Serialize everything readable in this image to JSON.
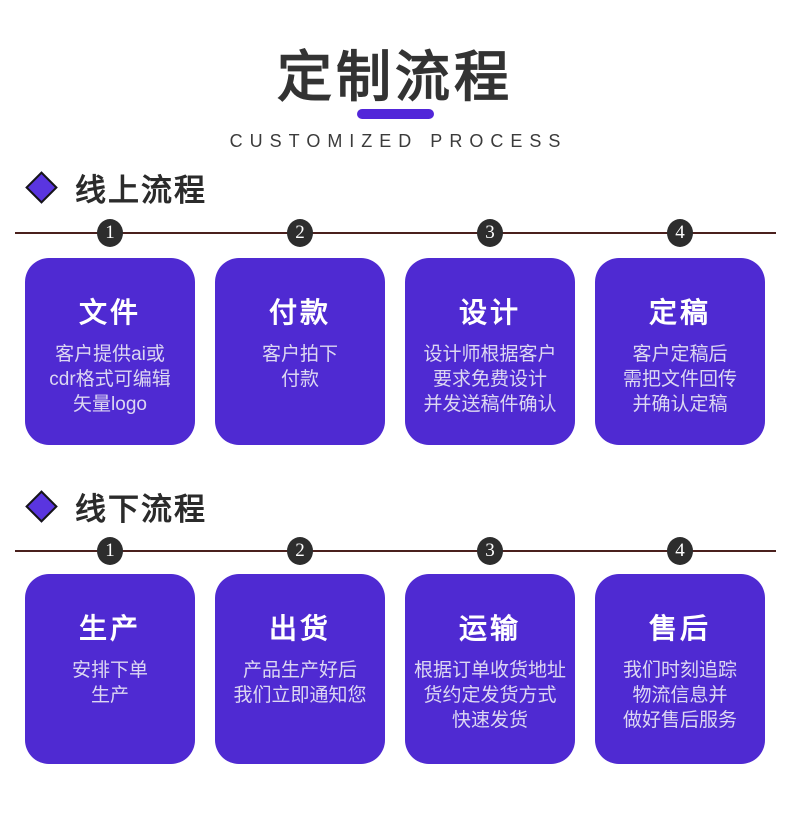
{
  "header": {
    "title": "定制流程",
    "subtitle": "CUSTOMIZED PROCESS"
  },
  "colors": {
    "card_purple": "#4f2ad2",
    "bar_purple": "#5226d9",
    "diamond_purple": "#5a35e0",
    "track_line_maroon": "#4a201d",
    "number_badge_dark": "#2d2d2d",
    "title_dark": "#333333"
  },
  "icons": {
    "section_bullet": "diamond-icon"
  },
  "sections": [
    {
      "heading": "线上流程",
      "steps": [
        {
          "number": "1",
          "title": "文件",
          "lines": [
            "客户提供ai或",
            "cdr格式可编辑",
            "矢量logo"
          ]
        },
        {
          "number": "2",
          "title": "付款",
          "lines": [
            "客户拍下",
            "付款"
          ]
        },
        {
          "number": "3",
          "title": "设计",
          "lines": [
            "设计师根据客户",
            "要求免费设计",
            "并发送稿件确认"
          ]
        },
        {
          "number": "4",
          "title": "定稿",
          "lines": [
            "客户定稿后",
            "需把文件回传",
            "并确认定稿"
          ]
        }
      ]
    },
    {
      "heading": "线下流程",
      "steps": [
        {
          "number": "1",
          "title": "生产",
          "lines": [
            "安排下单",
            "生产"
          ]
        },
        {
          "number": "2",
          "title": "出货",
          "lines": [
            "产品生产好后",
            "我们立即通知您"
          ]
        },
        {
          "number": "3",
          "title": "运输",
          "lines": [
            "根据订单收货地址",
            "货约定发货方式",
            "快速发货"
          ]
        },
        {
          "number": "4",
          "title": "售后",
          "lines": [
            "我们时刻追踪",
            "物流信息并",
            "做好售后服务"
          ]
        }
      ]
    }
  ]
}
